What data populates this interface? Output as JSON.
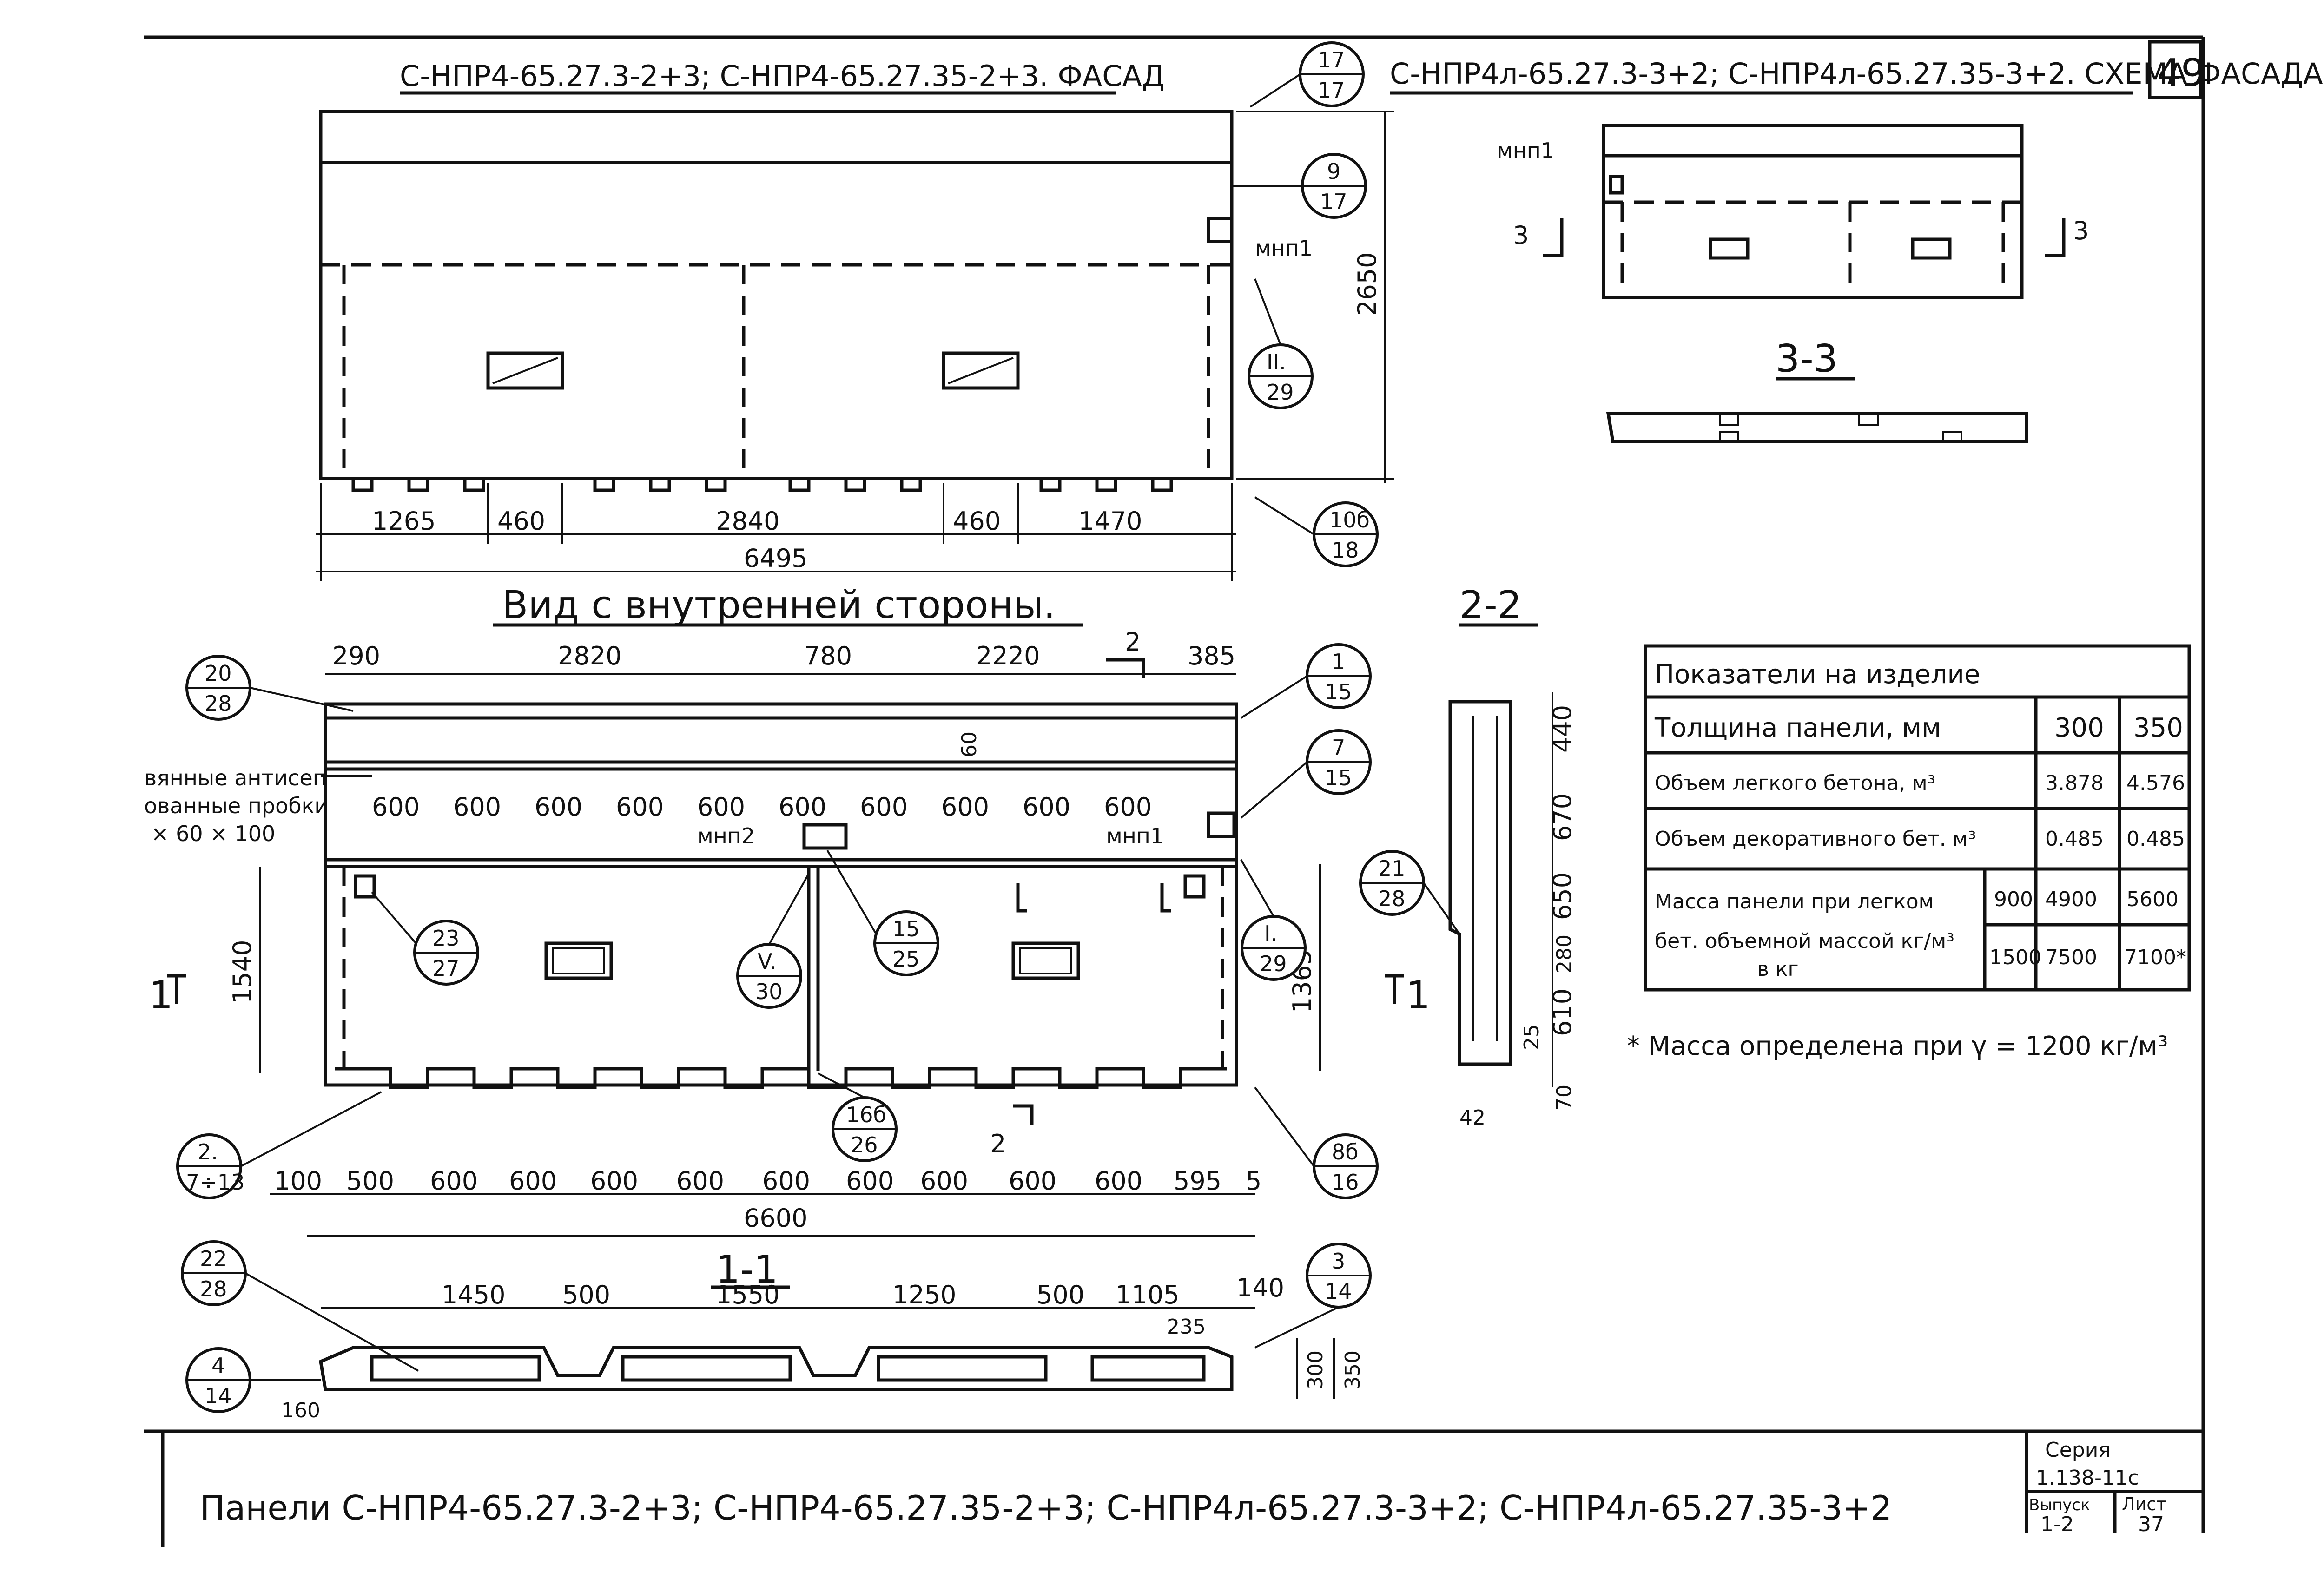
{
  "sheet_number": "49",
  "titles": {
    "facade": "С-НПР4-65.27.3-2+3; С-НПР4-65.27.35-2+3. ФАСАД",
    "scheme": "С-НПР4л-65.27.3-3+2; С-НПР4л-65.27.35-3+2. СХЕМА ФАСАДА",
    "inner_view": "Вид с внутренней стороны.",
    "section_22": "2-2",
    "section_33": "3-3",
    "section_11": "1-1"
  },
  "facade": {
    "dims": [
      "1265",
      "460",
      "2840",
      "460",
      "1470"
    ],
    "total": "6495",
    "height": "2650",
    "mark": "мнп1"
  },
  "scheme": {
    "mark": "мнп1",
    "cut_left": "3",
    "cut_right": "3"
  },
  "inner": {
    "top_dims": [
      "290",
      "2820",
      "780",
      "2220",
      "385"
    ],
    "cut_mark": "2",
    "spacing": [
      "600",
      "600",
      "600",
      "600",
      "600",
      "600",
      "600",
      "600",
      "600",
      "600"
    ],
    "spacing_single": "60",
    "note_lines": [
      "вянные антисеп",
      "ованные пробки",
      "× 60 × 100"
    ],
    "mark_left": "мнп2",
    "mark_right": "мнп1",
    "height_left": "1540",
    "height_right": "1365",
    "bottom_dims": [
      "100",
      "500",
      "600",
      "600",
      "600",
      "600",
      "600",
      "600",
      "600",
      "600",
      "600",
      "595",
      "5"
    ],
    "total": "6600",
    "cut_left": "1",
    "cut_right": "1",
    "cut_bottom": "2"
  },
  "section22": {
    "dims": [
      "440",
      "670",
      "650",
      "280",
      "610",
      "25",
      "70"
    ],
    "bottom": "42"
  },
  "section11": {
    "dims": [
      "1450",
      "500",
      "1550",
      "1250",
      "500",
      "1105",
      "140"
    ],
    "dim_235": "235",
    "dim_300": "300",
    "dim_350": "350",
    "dim_160": "160"
  },
  "callouts": [
    {
      "top": "17",
      "bottom": "17"
    },
    {
      "top": "9",
      "bottom": "17"
    },
    {
      "top": "II.",
      "bottom": "29"
    },
    {
      "top": "10б",
      "bottom": "18"
    },
    {
      "top": "20",
      "bottom": "28"
    },
    {
      "top": "1",
      "bottom": "15"
    },
    {
      "top": "7",
      "bottom": "15"
    },
    {
      "top": "21",
      "bottom": "28"
    },
    {
      "top": "23",
      "bottom": "27"
    },
    {
      "top": "V.",
      "bottom": "30"
    },
    {
      "top": "15",
      "bottom": "25"
    },
    {
      "top": "I.",
      "bottom": "29"
    },
    {
      "top": "16б",
      "bottom": "26"
    },
    {
      "top": "2.",
      "bottom": "7÷13"
    },
    {
      "top": "8б",
      "bottom": "16"
    },
    {
      "top": "22",
      "bottom": "28"
    },
    {
      "top": "3",
      "bottom": "14"
    },
    {
      "top": "4",
      "bottom": "14"
    }
  ],
  "table": {
    "title": "Показатели на изделие",
    "rows": [
      {
        "label": "Толщина панели, мм",
        "v1": "300",
        "v2": "350"
      },
      {
        "label": "Объем легкого бетона, м³",
        "v1": "3.878",
        "v2": "4.576"
      },
      {
        "label": "Объем декоративного бет. м³",
        "v1": "0.485",
        "v2": "0.485"
      }
    ],
    "mass_label_1": "Масса панели при легком",
    "mass_label_2": "бет. объемной массой кг/м³",
    "mass_label_3": "в кг",
    "mass_rows": [
      {
        "density": "900",
        "v1": "4900",
        "v2": "5600"
      },
      {
        "density": "1500",
        "v1": "7500",
        "v2": "7100*"
      }
    ],
    "footnote": "* Масса определена при γ = 1200 кг/м³"
  },
  "footer": {
    "title": "Панели С-НПР4-65.27.3-2+3; С-НПР4-65.27.35-2+3; С-НПР4л-65.27.3-3+2; С-НПР4л-65.27.35-3+2",
    "series_label": "Серия",
    "series": "1.138-11с",
    "issue_label": "Выпуск",
    "issue": "1-2",
    "sheet_label": "Лист",
    "sheet": "37"
  }
}
